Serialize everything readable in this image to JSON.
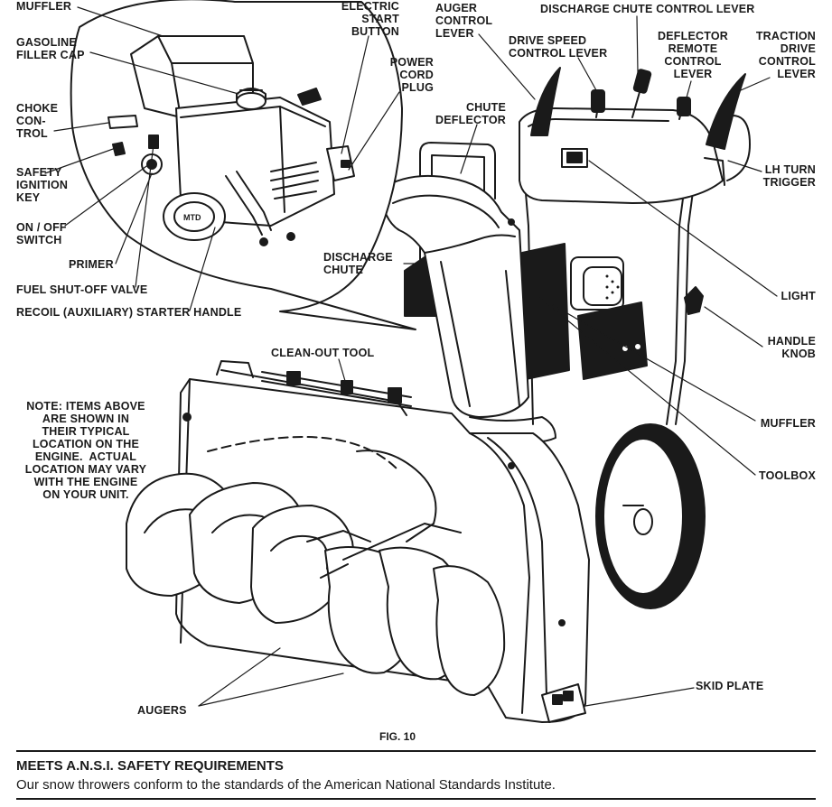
{
  "figure": {
    "caption": "FIG. 10",
    "engine_brand": "MTD",
    "labels": {
      "muffler_top": "MUFFLER",
      "gasoline_filler_cap": "GASOLINE\nFILLER CAP",
      "choke_control": "CHOKE\nCON-\nTROL",
      "safety_ignition_key": "SAFETY\nIGNITION\nKEY",
      "on_off_switch": "ON / OFF\nSWITCH",
      "primer": "PRIMER",
      "fuel_shutoff_valve": "FUEL SHUT-OFF VALVE",
      "recoil_starter_handle": "RECOIL (AUXILIARY) STARTER HANDLE",
      "electric_start_button": "ELECTRIC\nSTART\nBUTTON",
      "power_cord_plug": "POWER\nCORD\nPLUG",
      "auger_control_lever": "AUGER\nCONTROL\nLEVER",
      "discharge_chute_control_lever": "DISCHARGE CHUTE CONTROL LEVER",
      "drive_speed_control_lever": "DRIVE SPEED\nCONTROL LEVER",
      "deflector_remote_control_lever": "DEFLECTOR\nREMOTE\nCONTROL\nLEVER",
      "traction_drive_control_lever": "TRACTION\nDRIVE\nCONTROL\nLEVER",
      "chute_deflector": "CHUTE\nDEFLECTOR",
      "lh_turn_trigger": "LH TURN\nTRIGGER",
      "discharge_chute": "DISCHARGE\nCHUTE",
      "light": "LIGHT",
      "handle_knob": "HANDLE\nKNOB",
      "clean_out_tool": "CLEAN-OUT TOOL",
      "muffler_right": "MUFFLER",
      "toolbox": "TOOLBOX",
      "note": "NOTE: ITEMS ABOVE\nARE SHOWN IN\nTHEIR TYPICAL\nLOCATION ON THE\nENGINE.  ACTUAL\nLOCATION MAY VARY\nWITH THE ENGINE\nON YOUR UNIT.",
      "skid_plate": "SKID PLATE",
      "augers": "AUGERS"
    }
  },
  "ansi": {
    "title": "MEETS A.N.S.I. SAFETY REQUIREMENTS",
    "body": "Our snow throwers conform to the standards of the American National Standards Institute."
  }
}
